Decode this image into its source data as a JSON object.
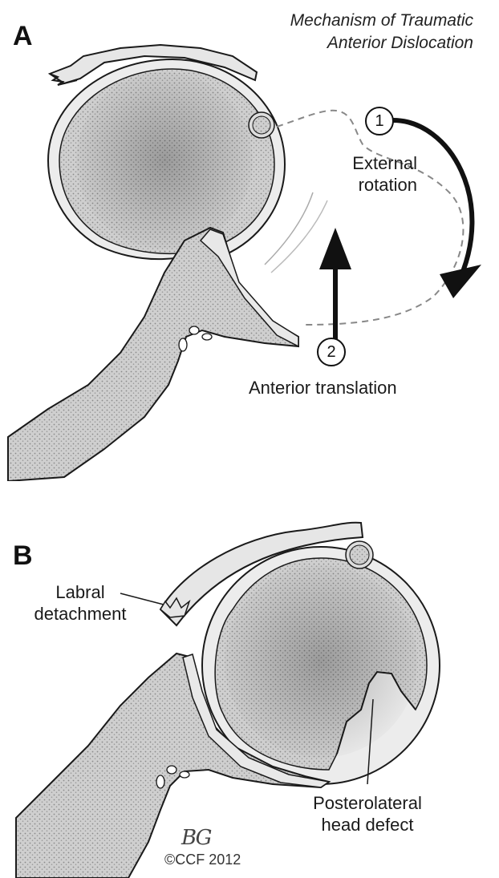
{
  "panel_a": {
    "letter": "A",
    "title_line1": "Mechanism of Traumatic",
    "title_line2": "Anterior Dislocation",
    "step1_badge": "1",
    "step1_label_line1": "External",
    "step1_label_line2": "rotation",
    "step2_badge": "2",
    "step2_label": "Anterior translation"
  },
  "panel_b": {
    "letter": "B",
    "labral_line1": "Labral",
    "labral_line2": "detachment",
    "defect_line1": "Posterolateral",
    "defect_line2": "head defect",
    "signature": "BG",
    "copyright": "©CCF 2012"
  },
  "colors": {
    "outline": "#1a1a1a",
    "bone_fill": "#b9b9b9",
    "cartilage_fill": "#e6e6e6",
    "arrow": "#111111",
    "dashed": "#888888"
  }
}
